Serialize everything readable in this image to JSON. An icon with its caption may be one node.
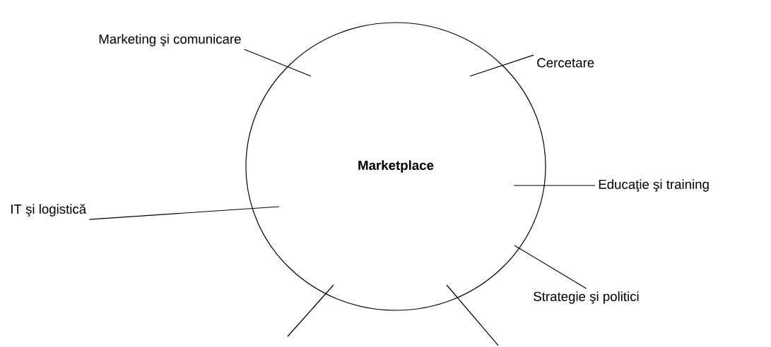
{
  "diagram": {
    "nodes": [
      {
        "text": [
          "Marketplace"
        ]
      },
      {
        "text": [
          "Marketing şi comunicare"
        ]
      },
      {
        "text": [
          "Cercetare"
        ]
      },
      {
        "text": [
          "Educaţie şi training"
        ]
      },
      {
        "text": [
          "IT şi logistică"
        ]
      },
      {
        "text": [
          "Strategie şi politici"
        ]
      }
    ],
    "edges": [
      {
        "from": 1,
        "to": 0,
        "arrow": "none"
      },
      {
        "from": 2,
        "to": 0,
        "arrow": "none"
      },
      {
        "from": 3,
        "to": 0,
        "arrow": "none"
      },
      {
        "from": 4,
        "to": 0,
        "arrow": "none"
      },
      {
        "from": 5,
        "to": 0,
        "arrow": "none"
      },
      {
        "from": null,
        "to": 0,
        "arrow": "none"
      },
      {
        "from": null,
        "to": 0,
        "arrow": "none"
      }
    ]
  }
}
